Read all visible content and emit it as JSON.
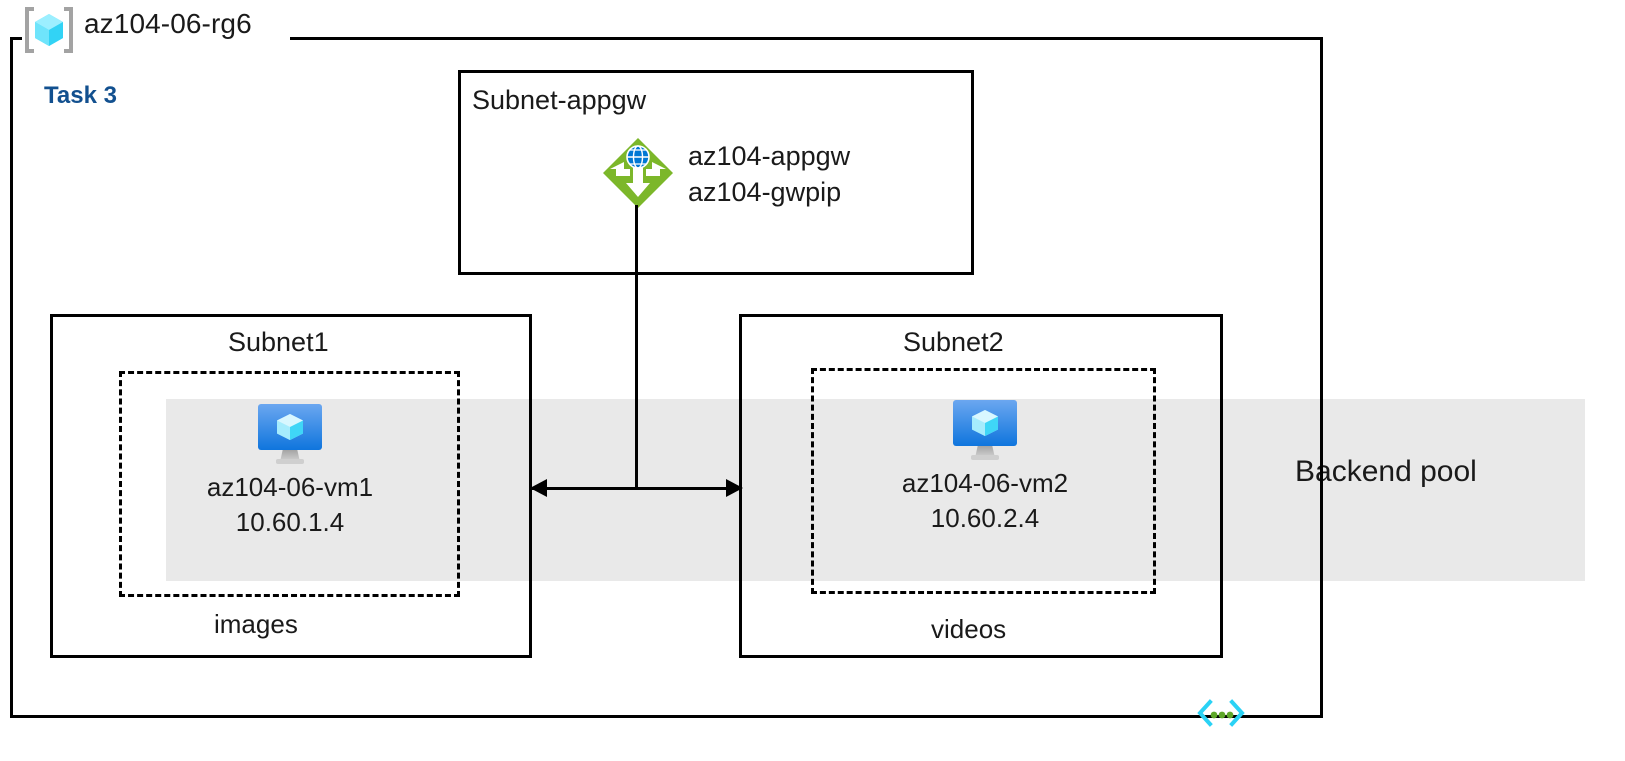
{
  "diagram": {
    "resource_group": {
      "name": "az104-06-rg6",
      "icon": "resource-group-icon"
    },
    "task": {
      "label": "Task 3",
      "color": "#12508f"
    },
    "backend_pool": {
      "label": "Backend pool",
      "band_color": "#e9e9e9"
    },
    "subnets": [
      {
        "id": "subnet-appgw",
        "title": "Subnet-appgw",
        "resources": [
          {
            "icon": "application-gateway-icon",
            "lines": [
              "az104-appgw",
              "az104-gwpip"
            ]
          }
        ]
      },
      {
        "id": "subnet1",
        "title": "Subnet1",
        "asg_label": "images",
        "vm": {
          "icon": "virtual-machine-icon",
          "name": "az104-06-vm1",
          "ip": "10.60.1.4"
        }
      },
      {
        "id": "subnet2",
        "title": "Subnet2",
        "asg_label": "videos",
        "vm": {
          "icon": "virtual-machine-icon",
          "name": "az104-06-vm2",
          "ip": "10.60.2.4"
        }
      }
    ],
    "footer_icon": "virtual-network-code-icon",
    "colors": {
      "appgw_green": "#7cb72a",
      "vm_blue": "#1b8cf0",
      "cube_cyan": "#6ee4fa",
      "icon_gray": "#a0a0a0",
      "line_black": "#000000"
    }
  }
}
